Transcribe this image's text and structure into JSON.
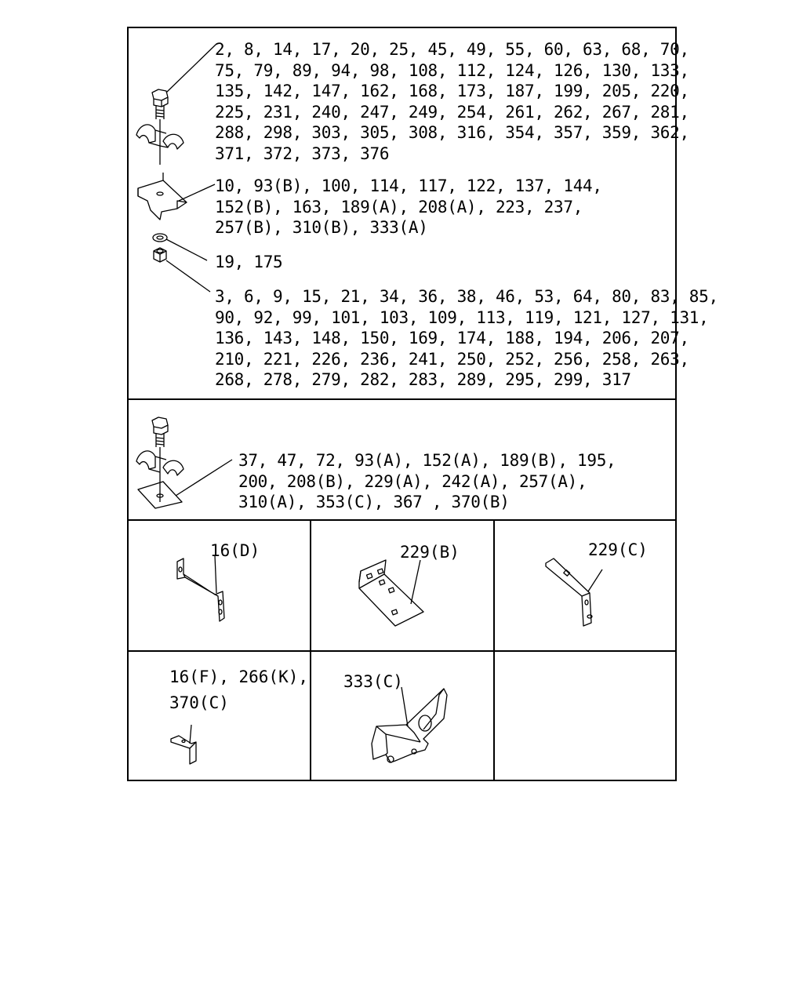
{
  "section1": {
    "bolt_clamp_group": "2, 8, 14, 17, 20, 25, 45, 49, 55, 60, 63, 68, 70,\n75, 79, 89, 94, 98, 108, 112, 124, 126, 130, 133,\n135, 142, 147, 162, 168, 173, 187, 199, 205, 220,\n225, 231, 240, 247, 249, 254, 261, 262, 267, 281,\n288, 298, 303, 305, 308, 316, 354, 357, 359, 362,\n371, 372, 373, 376",
    "bracket_group": "10, 93(B), 100, 114, 117, 122, 137, 144,\n152(B), 163, 189(A), 208(A), 223, 237,\n257(B), 310(B), 333(A)",
    "washer_group": "19, 175",
    "nut_group": "3, 6, 9, 15, 21, 34, 36, 38, 46, 53, 64, 80, 83, 85,\n90, 92, 99, 101, 103, 109, 113, 119, 121, 127, 131,\n136, 143, 148, 150, 169, 174, 188, 194, 206, 207,\n210, 221, 226, 236, 241, 250, 252, 256, 258, 263,\n268, 278, 279, 282, 283, 289, 295, 299, 317"
  },
  "section2": {
    "plate_group": "37, 47, 72, 93(A), 152(A), 189(B), 195,\n200, 208(B), 229(A), 242(A), 257(A),\n310(A), 353(C), 367 , 370(B)"
  },
  "cells": {
    "c1": "16(D)",
    "c2": "229(B)",
    "c3": "229(C)",
    "c4": "16(F), 266(K),\n370(C)",
    "c5": "333(C)"
  }
}
